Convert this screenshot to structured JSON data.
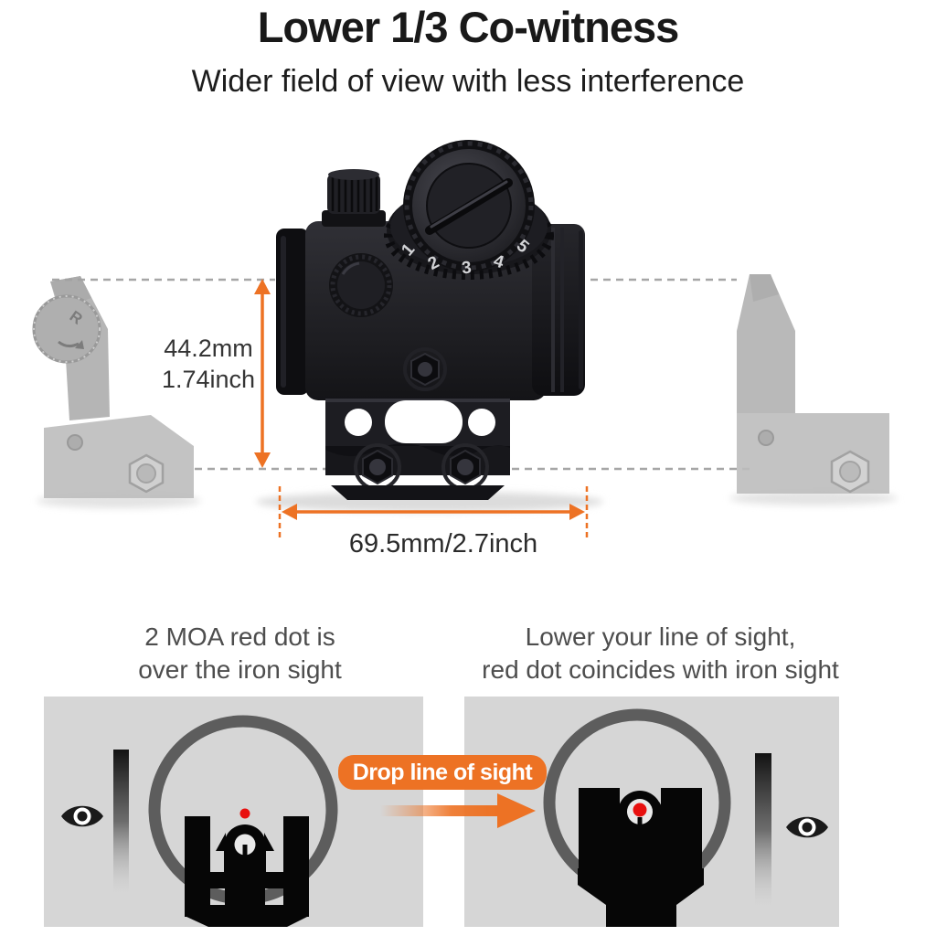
{
  "header": {
    "title": "Lower 1/3 Co-witness",
    "subtitle": "Wider field of view with less interference"
  },
  "measurements": {
    "height_line1": "44.2mm",
    "height_line2": "1.74inch",
    "width": "69.5mm/2.7inch"
  },
  "sight": {
    "dial_numbers": [
      "1",
      "2",
      "3",
      "4",
      "5"
    ],
    "rear_sight_marking": "R"
  },
  "comparison": {
    "left_caption_line1": "2 MOA red dot is",
    "left_caption_line2": "over the iron sight",
    "right_caption_line1": "Lower your line of sight,",
    "right_caption_line2": "red dot coincides with iron sight",
    "badge": "Drop line of sight"
  },
  "colors": {
    "accent_orange": "#ED7224",
    "red_dot": "#E8100F",
    "panel_gray": "#D6D6D6",
    "ring_gray": "#5D5D5D",
    "dash_gray": "#A6A6A6"
  }
}
